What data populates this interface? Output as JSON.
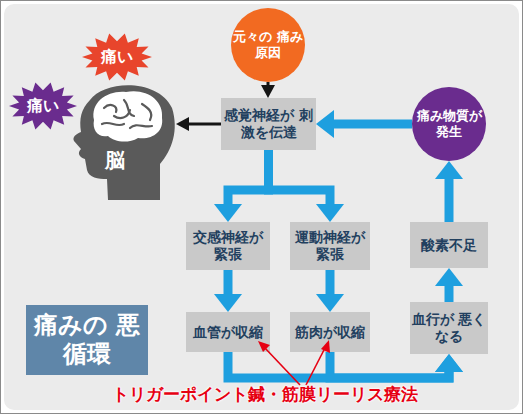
{
  "diagram": {
    "nodes": [
      {
        "text": [
          "痛い"
        ]
      },
      {
        "text": [
          "痛い"
        ]
      },
      {
        "text": [
          "脳"
        ]
      },
      {
        "text": [
          "元々の 痛み原因"
        ]
      },
      {
        "text": [
          "感覚神経が 刺激を伝達"
        ]
      },
      {
        "text": [
          "痛み物質が 発生"
        ]
      },
      {
        "text": [
          "交感神経が 緊張"
        ]
      },
      {
        "text": [
          "運動神経が 緊張"
        ]
      },
      {
        "text": [
          "酸素不足"
        ]
      },
      {
        "text": [
          "血管が収縮"
        ]
      },
      {
        "text": [
          "筋肉が収縮"
        ]
      },
      {
        "text": [
          "血行が 悪くなる"
        ]
      },
      {
        "text": [
          "痛みの 悪循環"
        ]
      }
    ],
    "edges": [
      {
        "from": 3,
        "to": 4,
        "arrow": "to"
      },
      {
        "from": 4,
        "to": 2,
        "arrow": "to"
      },
      {
        "from": 5,
        "to": 4,
        "arrow": "to"
      },
      {
        "from": 4,
        "to": 6,
        "arrow": "to"
      },
      {
        "from": 4,
        "to": 7,
        "arrow": "to"
      },
      {
        "from": 6,
        "to": 9,
        "arrow": "to"
      },
      {
        "from": 7,
        "to": 10,
        "arrow": "to"
      },
      {
        "from": 9,
        "to": 11,
        "arrow": "to"
      },
      {
        "from": 10,
        "to": 11,
        "arrow": "to"
      },
      {
        "from": 11,
        "to": 8,
        "arrow": "to"
      },
      {
        "from": 8,
        "to": 5,
        "arrow": "to"
      }
    ],
    "labels": [
      "トリガーポイント鍼・筋膜リーリス療法"
    ]
  }
}
